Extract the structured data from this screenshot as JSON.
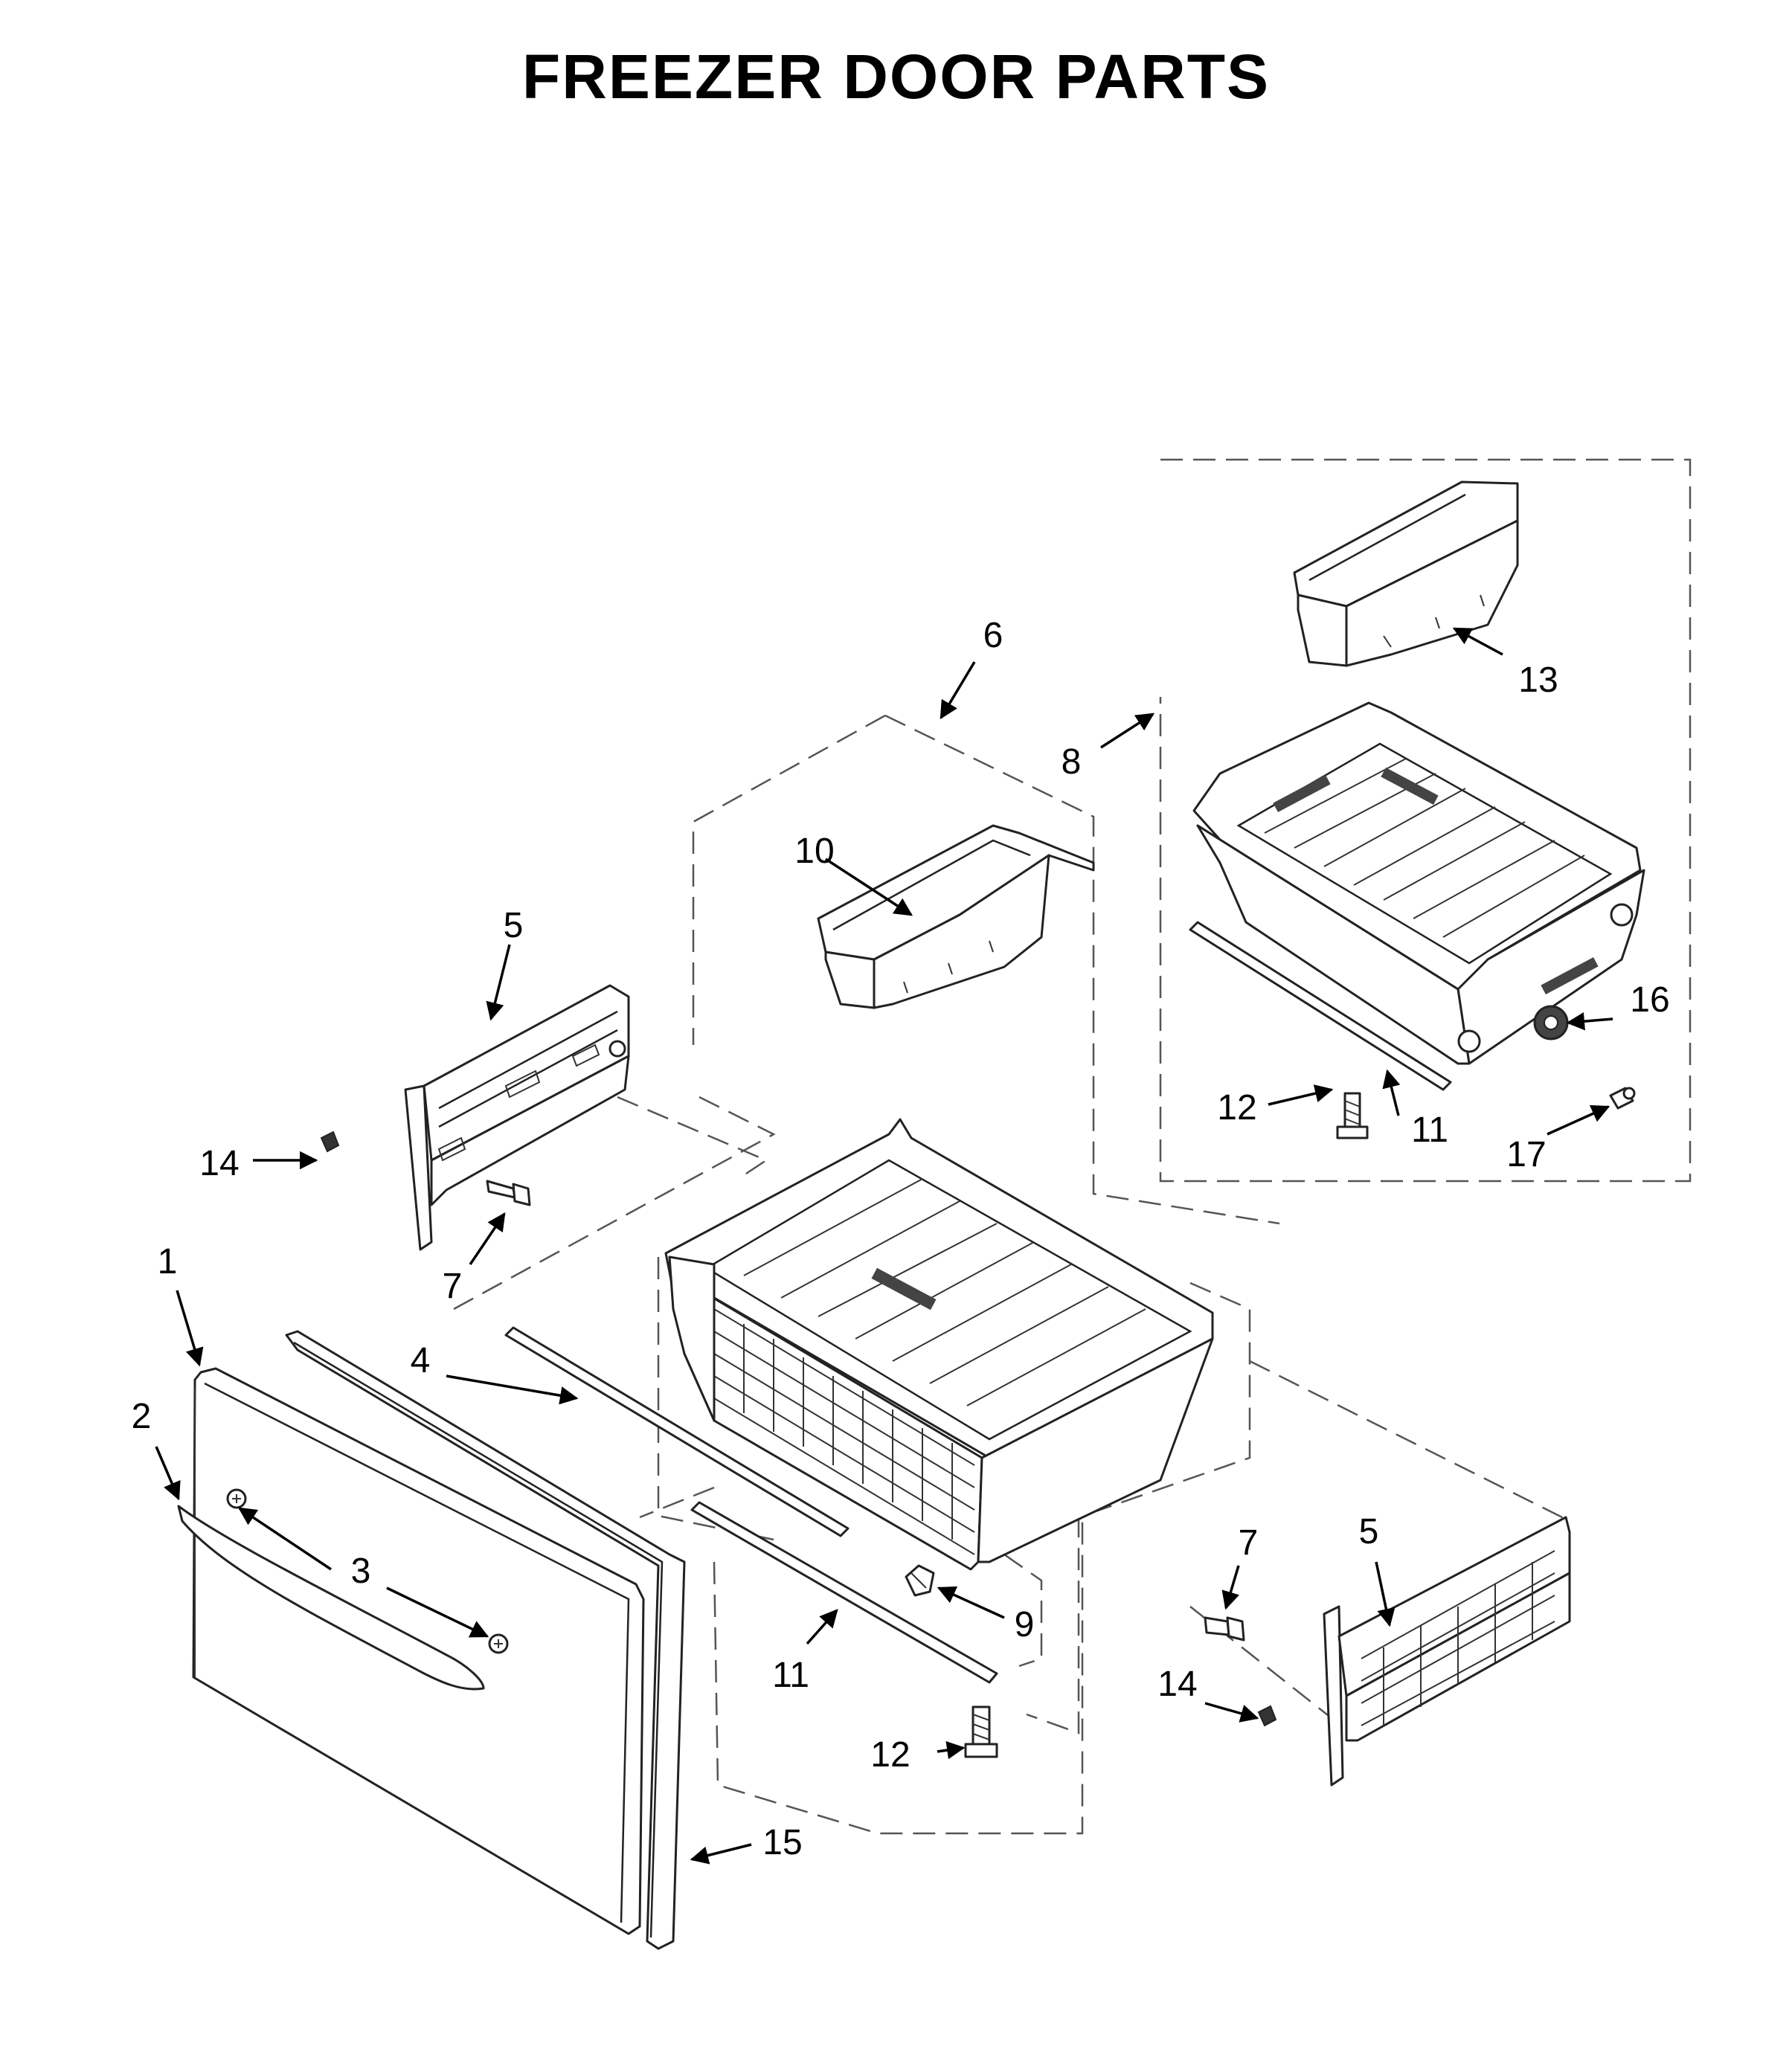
{
  "title": "FREEZER DOOR PARTS",
  "callouts": [
    "1",
    "2",
    "3",
    "4",
    "5",
    "5",
    "6",
    "7",
    "7",
    "8",
    "9",
    "10",
    "11",
    "11",
    "12",
    "12",
    "13",
    "14",
    "14",
    "15",
    "16",
    "17"
  ]
}
